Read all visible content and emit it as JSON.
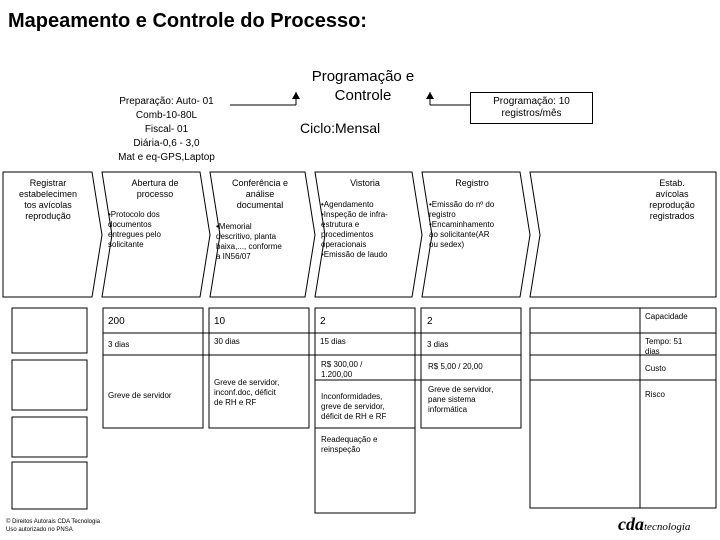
{
  "title": "Mapeamento e Controle do Processo:",
  "top": {
    "programacao": "Programação e\nControle",
    "ciclo": "Ciclo:Mensal",
    "preparacao": "Preparação: Auto- 01\nComb-10-80L\nFiscal- 01\nDiária-0,6 - 3,0\nMat e eq-GPS,Laptop",
    "programacao_registros": "Programação: 10\nregistros/mês"
  },
  "process": {
    "registrar": "Registrar\nestabelecimen\ntos avícolas\nreprodução",
    "abertura": {
      "title": "Abertura de\nprocesso",
      "desc": "•Protocolo dos\ndocumentos\nentregues pelo\nsolicitante"
    },
    "conferencia": {
      "title": "Conferência e\nanálise\ndocumental",
      "desc": "•Memorial\ndescritivo, planta\nbaixa,..., conforme\na IN56/07"
    },
    "vistoria": {
      "title": "Vistoria",
      "desc": "•Agendamento\n•Inspeção de infra-\nestrutura e\nprocedimentos\noperacionais\n•Emissão de laudo"
    },
    "registro": {
      "title": "Registro",
      "desc": "•Emissão do nº do\nregistro\n•Encaminhamento\nao solicitante(AR\nou sedex)"
    },
    "estab": "Estab.\navícolas\nreprodução\nregistrados"
  },
  "metrics": {
    "capacidade": {
      "label": "Capacidade",
      "values": [
        "200",
        "10",
        "2",
        "2"
      ]
    },
    "tempo": {
      "label": "Tempo: 51\ndias",
      "values": [
        "3 dias",
        "30 dias",
        "15 dias",
        "3 dias"
      ]
    },
    "custo": {
      "label": "Custo",
      "values": [
        "R$ 300,00 /\n1.200,00",
        "R$ 5,00 / 20,00"
      ]
    },
    "risco": {
      "label": "Risco",
      "values": [
        "Greve de servidor",
        "Greve de servidor,\ninconf.doc, déficit\nde RH e RF",
        "Inconformidades,\ngreve de servidor,\ndéficit de RH e RF",
        "Greve de servidor,\npane sistema\ninformática"
      ]
    },
    "readequacao": "Readequação e\nreinspeção"
  },
  "footer": {
    "copyright": "© Direitos Autorais CDA Tecnologia\nUso autorizado no PNSA",
    "logo_bold": "cda",
    "logo_rest": "tecnologia"
  }
}
